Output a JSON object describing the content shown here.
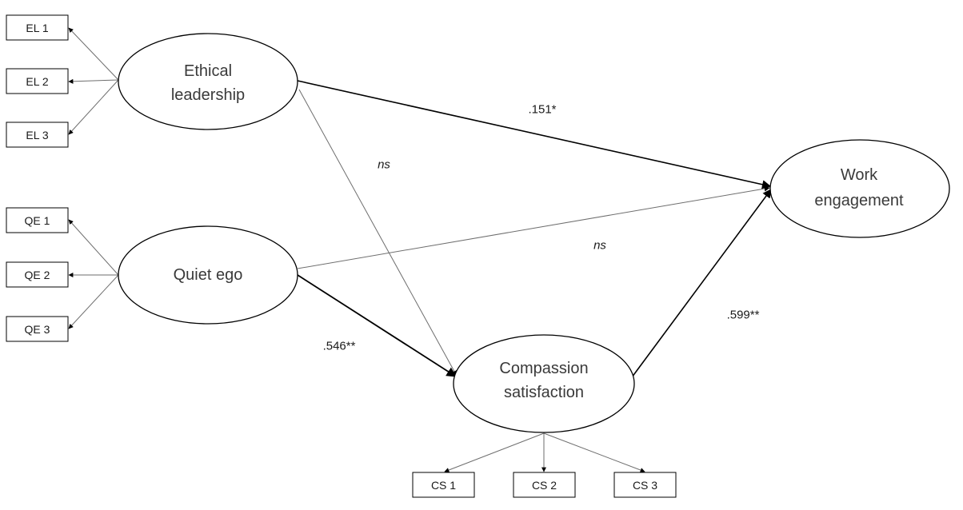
{
  "constructs": {
    "ethical_leadership": {
      "line1": "Ethical",
      "line2": "leadership"
    },
    "quiet_ego": {
      "line1": "Quiet ego"
    },
    "compassion_satisfaction": {
      "line1": "Compassion",
      "line2": "satisfaction"
    },
    "work_engagement": {
      "line1": "Work",
      "line2": "engagement"
    }
  },
  "indicators": {
    "el": [
      "EL 1",
      "EL 2",
      "EL 3"
    ],
    "qe": [
      "QE 1",
      "QE 2",
      "QE 3"
    ],
    "cs": [
      "CS 1",
      "CS 2",
      "CS 3"
    ]
  },
  "paths": {
    "el_to_we": ".151*",
    "el_to_cs": "ns",
    "qe_to_we": "ns",
    "qe_to_cs": ".546**",
    "cs_to_we": ".599**"
  },
  "colors": {
    "stroke": "#000000",
    "thin_stroke": "#6e6e6e",
    "text": "#3a3a3a"
  }
}
